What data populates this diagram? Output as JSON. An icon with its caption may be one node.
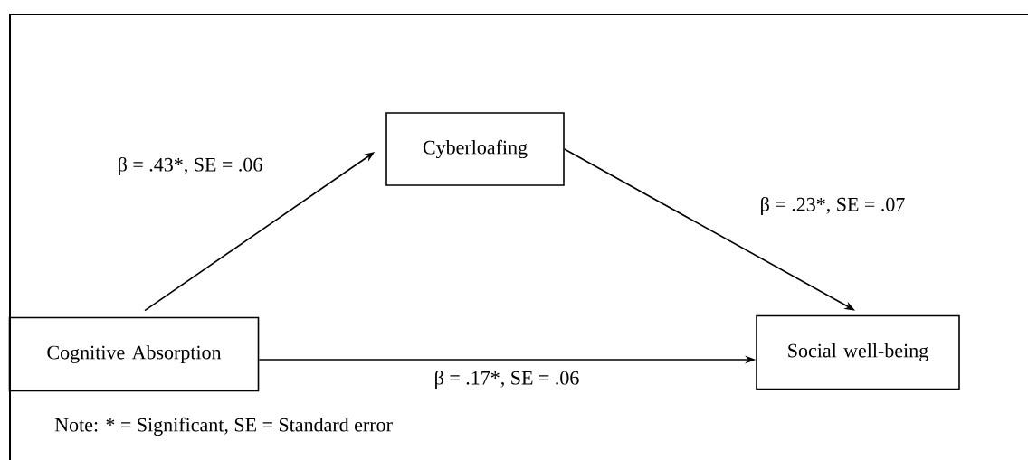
{
  "diagram": {
    "nodes": [
      {
        "text": [
          "Cyberloafing"
        ]
      },
      {
        "text": [
          "Cognitive Absorption"
        ]
      },
      {
        "text": [
          "Social well-being"
        ]
      }
    ],
    "edges": [
      {
        "from": 1,
        "to": 0,
        "arrow": "to",
        "label": "β = .43*, SE = .06"
      },
      {
        "from": 0,
        "to": 2,
        "arrow": "to",
        "label": "β = .23*, SE = .07"
      },
      {
        "from": 1,
        "to": 2,
        "arrow": "to",
        "label": "β = .17*, SE = .06"
      }
    ],
    "labels": [
      "Note: * = Significant, SE = Standard error"
    ]
  }
}
